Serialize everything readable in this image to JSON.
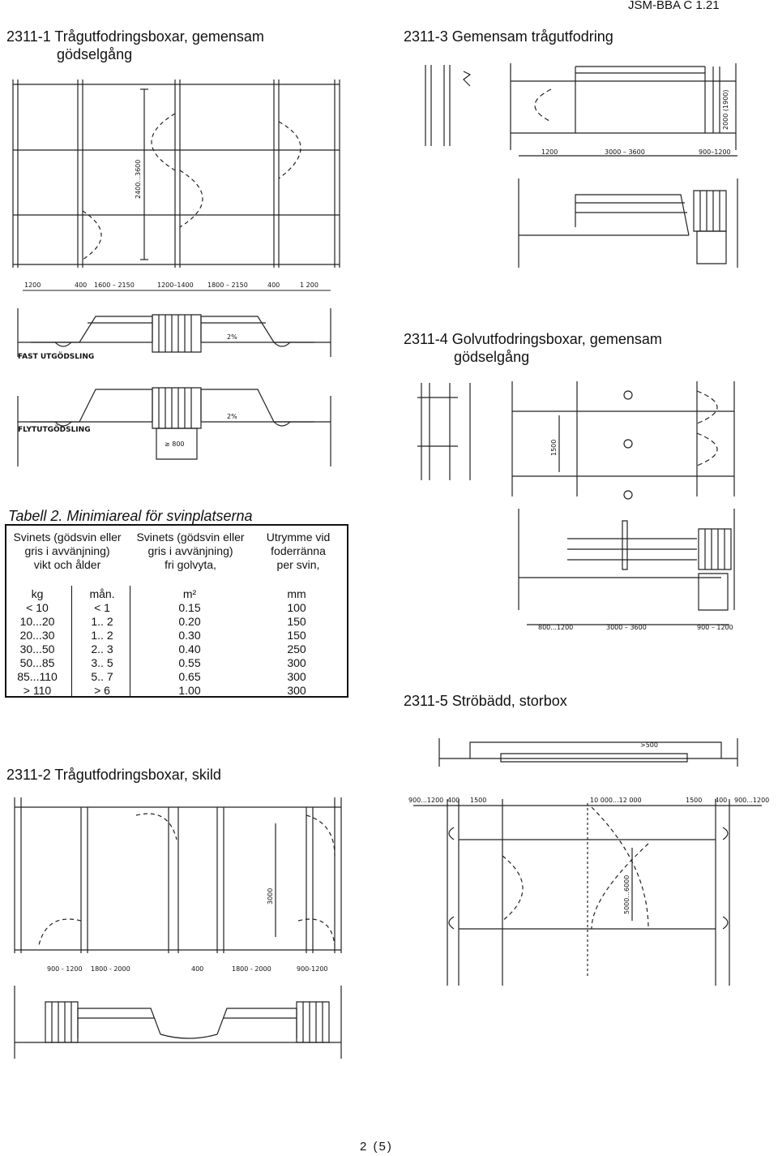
{
  "page_header": "JSM-BBA C 1.21",
  "sections": {
    "s1": {
      "line1": "2311-1 Trågutfodringsboxar, gemensam",
      "line2": "gödselgång"
    },
    "s3": {
      "line1": "2311-3 Gemensam trågutfodring"
    },
    "s4": {
      "line1": "2311-4 Golvutfodringsboxar, gemensam",
      "line2": "gödselgång"
    },
    "s5": {
      "line1": "2311-5 Ströbädd, storbox"
    },
    "s2": {
      "line1": "2311-2 Trågutfodringsboxar, skild"
    }
  },
  "drawing_labels": {
    "d1_dims": [
      "1200",
      "400",
      "1600 – 2150",
      "1200–1400",
      "1800 – 2150",
      "400",
      "1 200"
    ],
    "d1_vert": "2400...3600",
    "d1_fast": "FAST UTGÖDSLING",
    "d1_flyt": "FLYTUTGÖDSLING",
    "d1_slope": "2%",
    "d1_min": "≥ 800",
    "d3_dims": [
      "1200",
      "3000 – 3600",
      "900–1200"
    ],
    "d3_vert": "2000 (1900)",
    "d4_dims": [
      "800...1200",
      "3000 – 3600",
      "900 – 1200"
    ],
    "d4_vert": "1500",
    "d5_dims": [
      "900...1200",
      "400",
      "1500",
      "10 000...12 000",
      "1500",
      "400",
      "900...1200"
    ],
    "d5_top": ">500",
    "d5_vert": "5000...6000",
    "d2_dims": [
      "900 - 1200",
      "1800 - 2000",
      "400",
      "1800 - 2000",
      "900-1200"
    ],
    "d2_vert": "3000"
  },
  "table": {
    "title": "Tabell 2. Minimiareal för svinplatserna",
    "headers": [
      [
        "Svinets (gödsvin eller",
        "gris i avvänjning)",
        "vikt och ålder"
      ],
      [
        "Svinets (gödsvin eller",
        "gris i avvänjning)",
        "fri golvyta,"
      ],
      [
        "Utrymme vid",
        "foderränna",
        "per svin,"
      ]
    ],
    "units": [
      "kg",
      "mån.",
      "m²",
      "mm"
    ],
    "rows": [
      [
        "< 10",
        "< 1",
        "0.15",
        "100"
      ],
      [
        "10...20",
        "1.. 2",
        "0.20",
        "150"
      ],
      [
        "20...30",
        "1.. 2",
        "0.30",
        "150"
      ],
      [
        "30...50",
        "2.. 3",
        "0.40",
        "250"
      ],
      [
        "50...85",
        "3.. 5",
        "0.55",
        "300"
      ],
      [
        "85...110",
        "5.. 7",
        "0.65",
        "300"
      ],
      [
        "> 110",
        "> 6",
        "1.00",
        "300"
      ]
    ]
  },
  "footer": "2 (5)"
}
